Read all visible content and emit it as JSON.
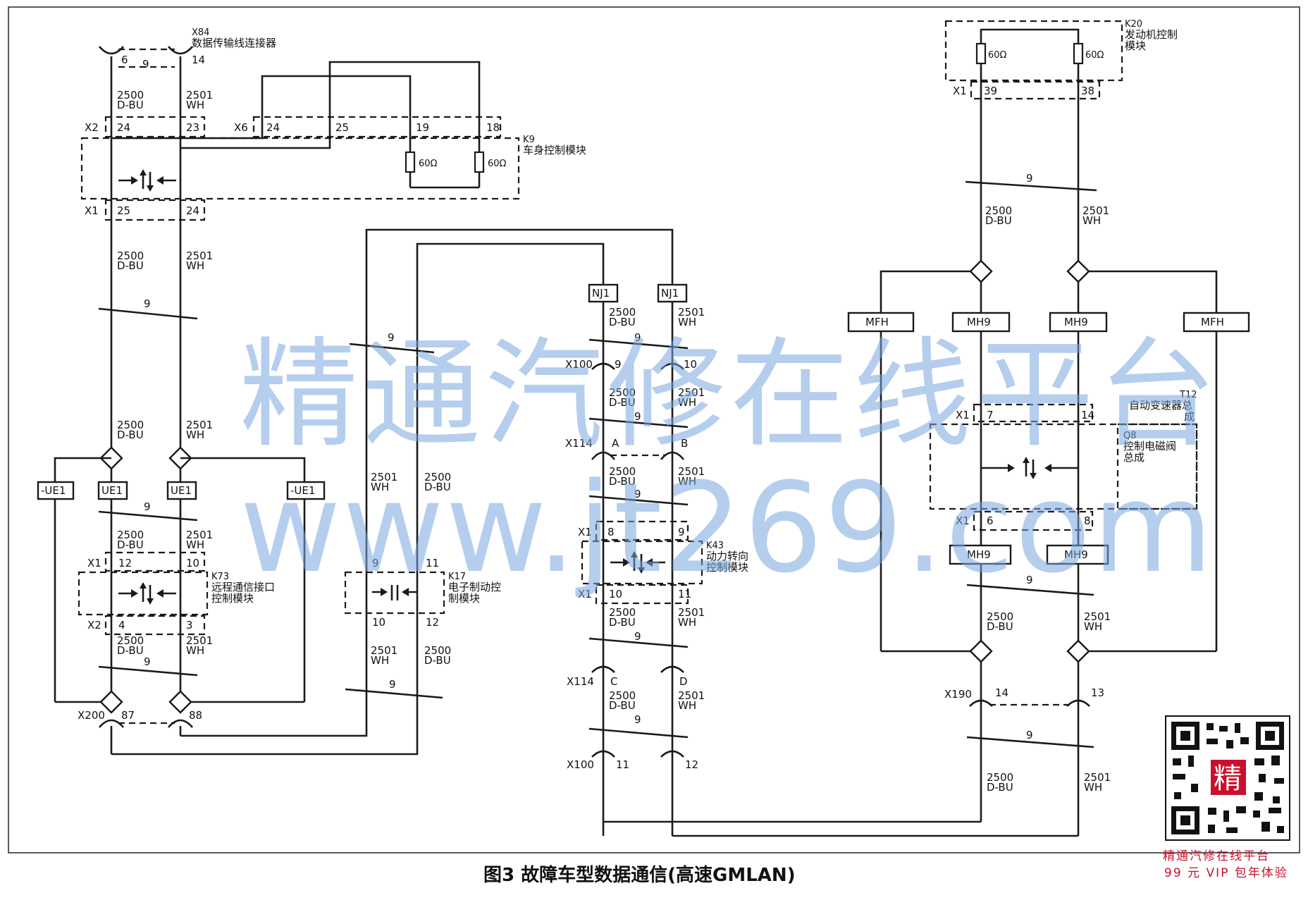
{
  "caption": "图3 故障车型数据通信(高速GMLAN)",
  "watermark": {
    "line1": "精通汽修在线平台",
    "line2": "www.jt269.com"
  },
  "qr_badge": {
    "line1": "精通汽修在线平台",
    "line2": "99 元 VIP 包年体验",
    "center_char": "精"
  },
  "wires": {
    "low_code": "2500",
    "low_color": "D-BU",
    "high_code": "2501",
    "high_color": "WH",
    "twist": "9"
  },
  "resistor_value": "60Ω",
  "splices": {
    "ue1": "UE1",
    "neg_ue1": "-UE1",
    "nj1": "NJ1",
    "mfh": "MFH",
    "mh9": "MH9"
  },
  "connectors": {
    "x84": {
      "id": "X84",
      "name": "数据传输线连接器",
      "pins": [
        "6",
        "9",
        "14"
      ]
    },
    "x2": "X2",
    "x6": "X6",
    "x1": "X1",
    "x100": "X100",
    "x114": "X114",
    "x190": "X190",
    "x200": "X200"
  },
  "modules": {
    "k9": {
      "id": "K9",
      "name": "车身控制模块"
    },
    "k20": {
      "id": "K20",
      "name1": "发动机控制",
      "name2": "模块"
    },
    "k73": {
      "id": "K73",
      "name1": "远程通信接口",
      "name2": "控制模块"
    },
    "k17": {
      "id": "K17",
      "name1": "电子制动控",
      "name2": "制模块"
    },
    "k43": {
      "id": "K43",
      "name1": "动力转向",
      "name2": "控制模块"
    },
    "t12": {
      "id": "T12",
      "name1": "自动变速器总",
      "name2": "成"
    },
    "q8": {
      "id": "Q8",
      "name1": "控制电磁阀",
      "name2": "总成"
    }
  },
  "pins": {
    "k9_x2": [
      "24",
      "23"
    ],
    "k9_x6": [
      "24",
      "25",
      "19",
      "18"
    ],
    "k9_x1": [
      "25",
      "24"
    ],
    "k20_x1": [
      "39",
      "38"
    ],
    "k73_x1": [
      "12",
      "10"
    ],
    "k73_x2": [
      "4",
      "3"
    ],
    "k17": [
      "9",
      "11",
      "10",
      "12"
    ],
    "x100_a": [
      "9",
      "10"
    ],
    "x114_a": [
      "A",
      "B"
    ],
    "k43_x1a": [
      "8",
      "9"
    ],
    "k43_x1b": [
      "10",
      "11"
    ],
    "x114_b": [
      "C",
      "D"
    ],
    "x100_b": [
      "11",
      "12"
    ],
    "t12_x1a": [
      "7",
      "14"
    ],
    "t12_x1b": [
      "6",
      "8"
    ],
    "x190": [
      "14",
      "13"
    ],
    "x200": [
      "87",
      "88"
    ]
  }
}
